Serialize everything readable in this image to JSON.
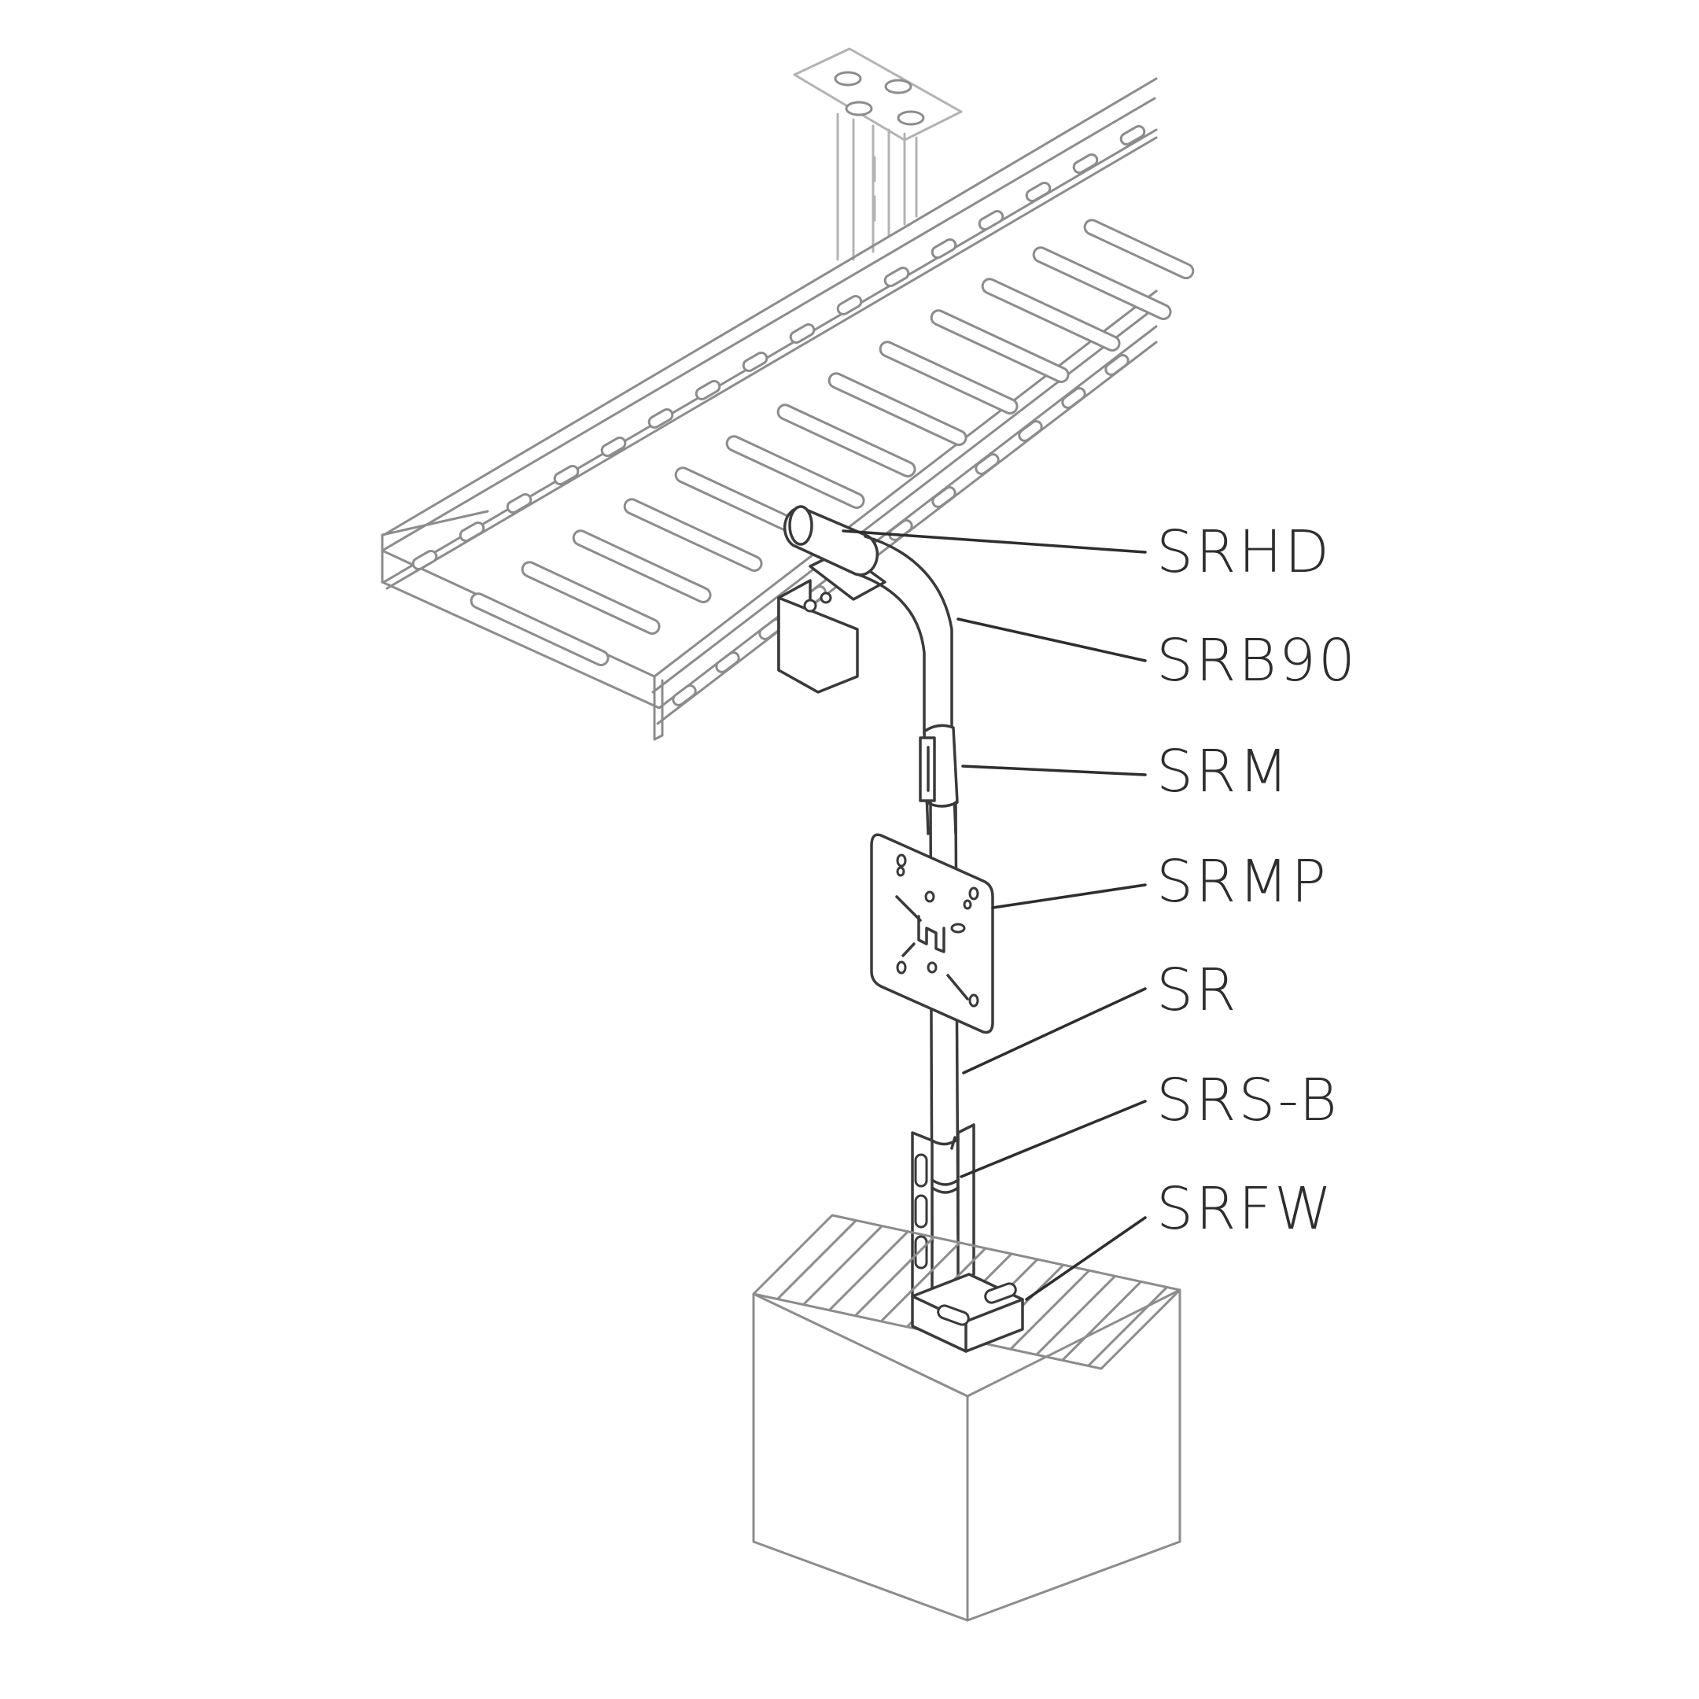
{
  "callouts": [
    {
      "id": "srhd",
      "label": "SRHD"
    },
    {
      "id": "srb90",
      "label": "SRB90"
    },
    {
      "id": "srm",
      "label": "SRM"
    },
    {
      "id": "srmp",
      "label": "SRMP"
    },
    {
      "id": "sr",
      "label": "SR"
    },
    {
      "id": "srs-b",
      "label": "SRS-B"
    },
    {
      "id": "srfw",
      "label": "SRFW"
    }
  ]
}
